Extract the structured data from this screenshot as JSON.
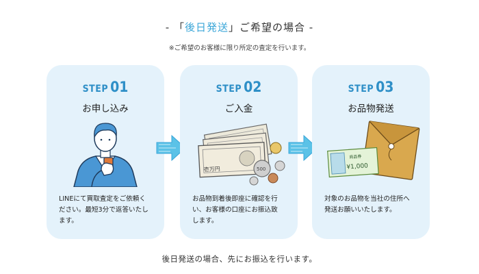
{
  "header": {
    "title_prefix": "- 「",
    "title_highlight": "後日発送",
    "title_suffix": "」ご希望の場合 -",
    "note": "※ご希望のお客様に限り所定の査定を行います。"
  },
  "steps": [
    {
      "step_word": "STEP",
      "step_number": "01",
      "heading": "お申し込み",
      "description": "LINEにて買取査定をご依頼く\nださい。最短3分で返答いたし\nます。",
      "illustration": "person-with-smartphone"
    },
    {
      "step_word": "STEP",
      "step_number": "02",
      "heading": "ご入金",
      "description": "お品物到着後即座に確認を行\nい、お客様の口座にお振込致\nします。",
      "illustration": "banknotes-and-coins",
      "bill_label": "壱万円",
      "coin_label": "500"
    },
    {
      "step_word": "STEP",
      "step_number": "03",
      "heading": "お品物発送",
      "description": "対象のお品物を当社の住所へ\n発送お願いいたします。",
      "illustration": "gift-certificate-and-envelope",
      "ticket_title": "商品券",
      "ticket_value": "¥1,000"
    }
  ],
  "footer": {
    "text": "後日発送の場合、先にお振込を行います。"
  },
  "colors": {
    "accent": "#3aa6d8",
    "step_text": "#2e8fc7",
    "card_bg": "#e4f2fb",
    "arrow": "#5bc2e7"
  }
}
